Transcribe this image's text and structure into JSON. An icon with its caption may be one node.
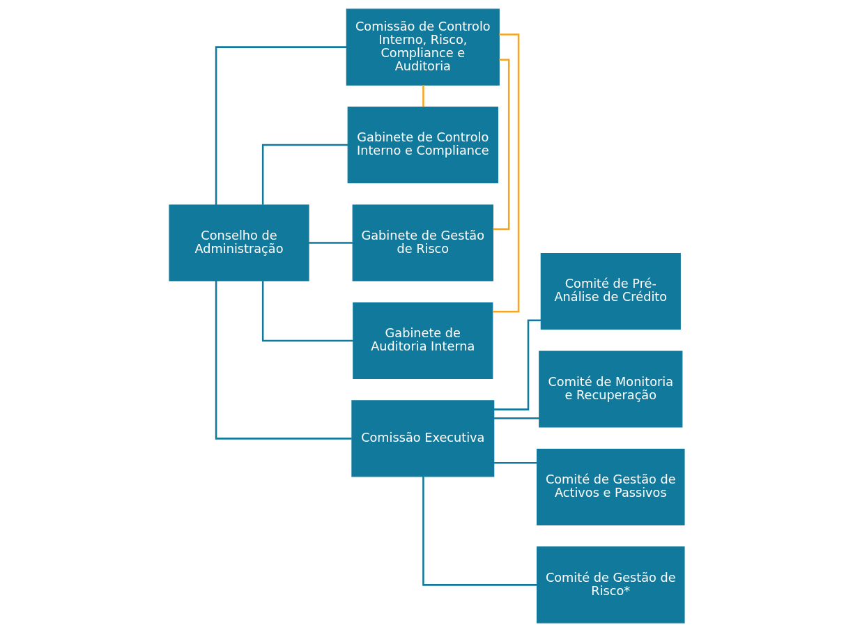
{
  "diagram": {
    "nodes": [
      {
        "text": [
          "Comissão de Controlo Interno, Risco, Compliance e Auditoria"
        ]
      },
      {
        "text": [
          "Gabinete de Controlo Interno e Compliance"
        ]
      },
      {
        "text": [
          "Gabinete de Gestão de Risco"
        ]
      },
      {
        "text": [
          "Gabinete de Auditoria Interna"
        ]
      },
      {
        "text": [
          "Conselho de Administração"
        ]
      },
      {
        "text": [
          "Comissão Executiva"
        ]
      },
      {
        "text": [
          "Comité de Pré-Análise de Crédito"
        ]
      },
      {
        "text": [
          "Comité de Monitoria e Recuperação"
        ]
      },
      {
        "text": [
          "Comité de Gestão de Activos e Passivos"
        ]
      },
      {
        "text": [
          "Comité de Gestão de Risco*"
        ]
      }
    ],
    "edges": [
      {
        "from": 0,
        "to": 1,
        "arrow": "none",
        "color": "#f5a623"
      },
      {
        "from": 0,
        "to": 2,
        "arrow": "none",
        "color": "#f5a623"
      },
      {
        "from": 0,
        "to": 3,
        "arrow": "none",
        "color": "#f5a623"
      },
      {
        "from": 4,
        "to": 0,
        "arrow": "none"
      },
      {
        "from": 4,
        "to": 1,
        "arrow": "none"
      },
      {
        "from": 4,
        "to": 2,
        "arrow": "none"
      },
      {
        "from": 4,
        "to": 3,
        "arrow": "none"
      },
      {
        "from": 4,
        "to": 5,
        "arrow": "none"
      },
      {
        "from": 5,
        "to": 6,
        "arrow": "none"
      },
      {
        "from": 5,
        "to": 7,
        "arrow": "none"
      },
      {
        "from": 5,
        "to": 8,
        "arrow": "none"
      },
      {
        "from": 5,
        "to": 9,
        "arrow": "none"
      }
    ]
  }
}
